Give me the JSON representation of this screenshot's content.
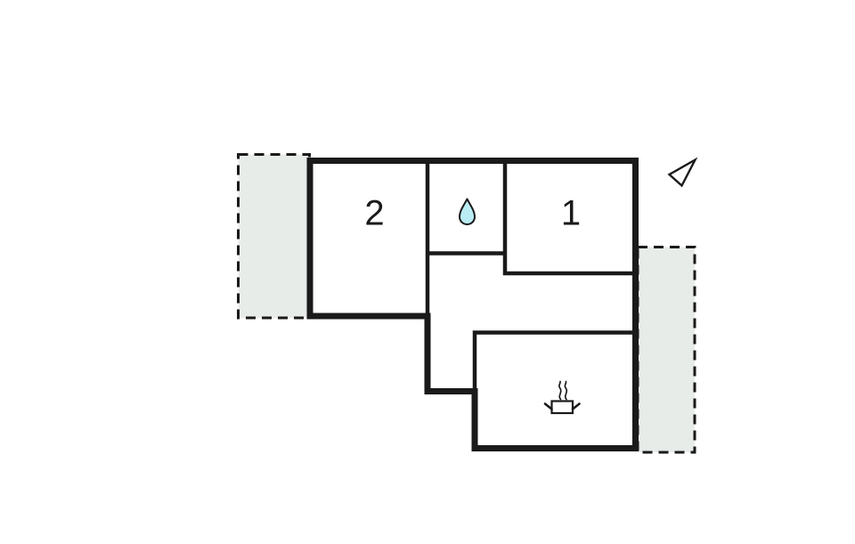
{
  "title": "floor-plan",
  "colors": {
    "background": "#ffffff",
    "walls": "#1a1a1a",
    "terrace_fill": "#e8ece9",
    "terrace_border": "#1a1a1a",
    "building_fill": "#ffffff",
    "water_drop_fill": "#baecf4",
    "icon_stroke": "#1a1a1a",
    "label_color": "#1a1a1a"
  },
  "rooms": {
    "room1": {
      "label": "1"
    },
    "room2": {
      "label": "2"
    }
  },
  "icons": {
    "water_drop": "water-drop-icon",
    "cooking_pot": "cooking-pot-icon",
    "north_arrow": "north-arrow-icon"
  }
}
